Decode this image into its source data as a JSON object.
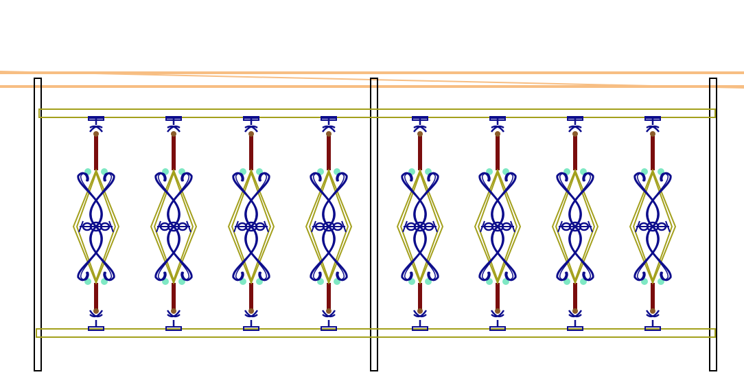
{
  "drawing": {
    "colors": {
      "background": "#ffffff",
      "handrail": "#f7be83",
      "post": "#000000",
      "rail_frame": "#a3a01c",
      "baluster_bar": "#7a0d0d",
      "scroll": "#0d0d8c",
      "diamond": "#a3a01c",
      "accent": "#7fe8c4"
    },
    "sections": [
      {
        "baluster_count": 4
      },
      {
        "baluster_count": 4
      }
    ],
    "post_count": 3,
    "handrail_count": 2
  }
}
